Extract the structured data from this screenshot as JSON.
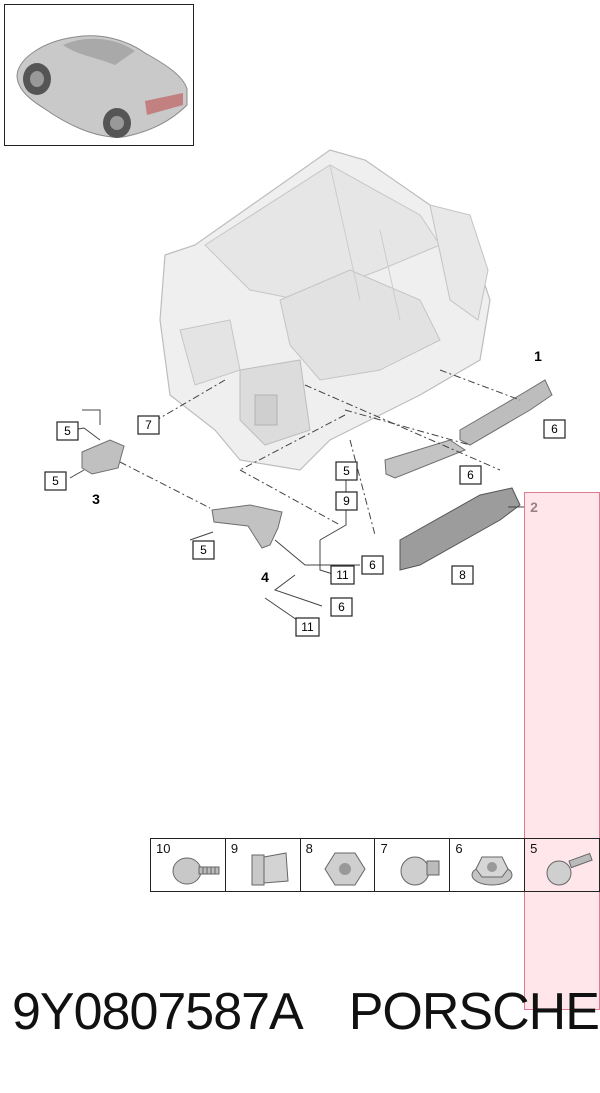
{
  "callouts": {
    "c1": "1",
    "c2": "2",
    "c3": "3",
    "c4": "4",
    "b5a": "5",
    "b5b": "5",
    "b5c": "5",
    "b5d": "5",
    "b6a": "6",
    "b6b": "6",
    "b6c": "6",
    "b6d": "6",
    "b7": "7",
    "b8": "8",
    "b9": "9",
    "b11a": "11",
    "b11b": "11"
  },
  "parts_strip": [
    {
      "num": "10",
      "icon": "screw-icon"
    },
    {
      "num": "9",
      "icon": "clip-icon"
    },
    {
      "num": "8",
      "icon": "nut-icon"
    },
    {
      "num": "7",
      "icon": "rivet-nut-icon"
    },
    {
      "num": "6",
      "icon": "flange-nut-icon"
    },
    {
      "num": "5",
      "icon": "bolt-icon"
    }
  ],
  "footer": {
    "part_number": "9Y0807587A",
    "brand": "PORSCHE"
  },
  "colors": {
    "highlight_fill": "#ffb6c4",
    "highlight_border": "#e07a8e",
    "body_fill": "#efefef",
    "part_fill": "#b8b8b8"
  }
}
